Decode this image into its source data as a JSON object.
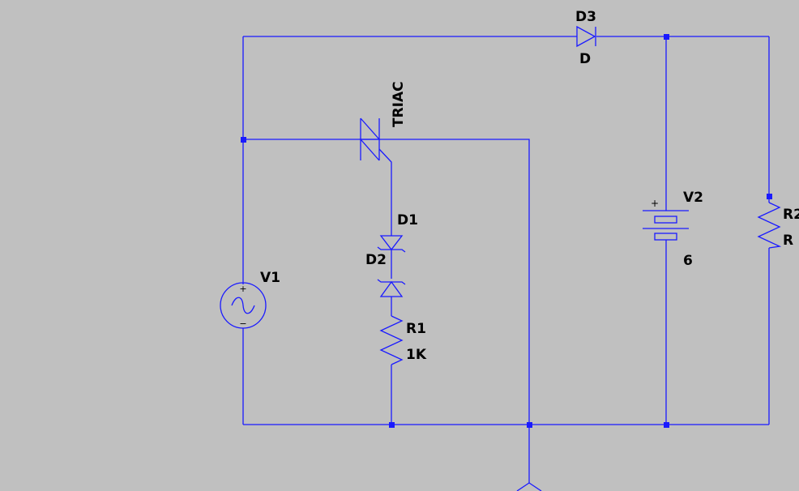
{
  "colors": {
    "background": "#c0c0c0",
    "wire": "#1a1aff",
    "text": "#000000"
  },
  "components": {
    "d3": {
      "ref": "D3",
      "value": "D"
    },
    "triac": {
      "ref": "TRIAC"
    },
    "d1": {
      "ref": "D1"
    },
    "d2": {
      "ref": "D2"
    },
    "r1": {
      "ref": "R1",
      "value": "1K"
    },
    "v1": {
      "ref": "V1"
    },
    "v2": {
      "ref": "V2",
      "value": "6"
    },
    "r2": {
      "ref": "R2",
      "value": "R"
    }
  },
  "polarity": {
    "plus": "+",
    "minus": "−"
  }
}
